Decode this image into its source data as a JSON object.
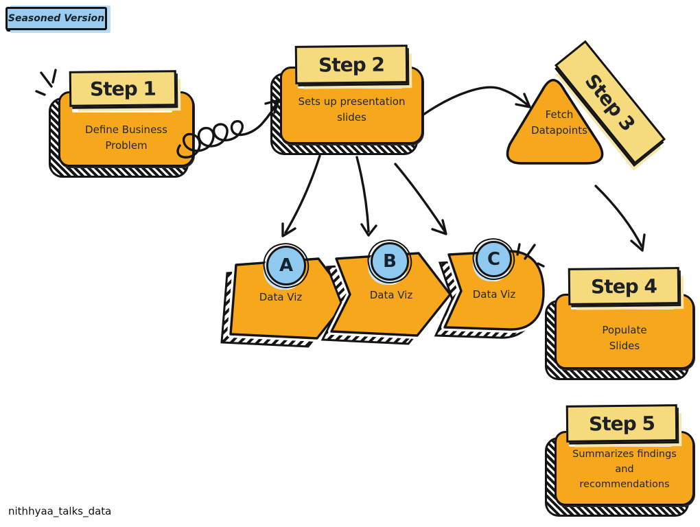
{
  "badge": {
    "label": "Seasoned Version"
  },
  "steps": [
    {
      "label": "Step 1",
      "description": "Define Business Problem"
    },
    {
      "label": "Step 2",
      "description": "Sets up presentation slides"
    },
    {
      "label": "Step 3",
      "description": "Fetch Datapoints"
    },
    {
      "label": "Step 4",
      "description": "Populate Slides"
    },
    {
      "label": "Step 5",
      "description": "Summarizes findings and recommendations"
    }
  ],
  "branches": [
    {
      "label": "A",
      "description": "Data Viz"
    },
    {
      "label": "B",
      "description": "Data Viz"
    },
    {
      "label": "C",
      "description": "Data Viz"
    }
  ],
  "footer": {
    "handle": "nithhyaa_talks_data"
  },
  "colors": {
    "shape_orange": "#f7a71c",
    "label_yellow": "#f5db7d",
    "badge_blue": "#9bcbef",
    "circle_blue": "#8fc9ef",
    "ink": "#141414"
  }
}
